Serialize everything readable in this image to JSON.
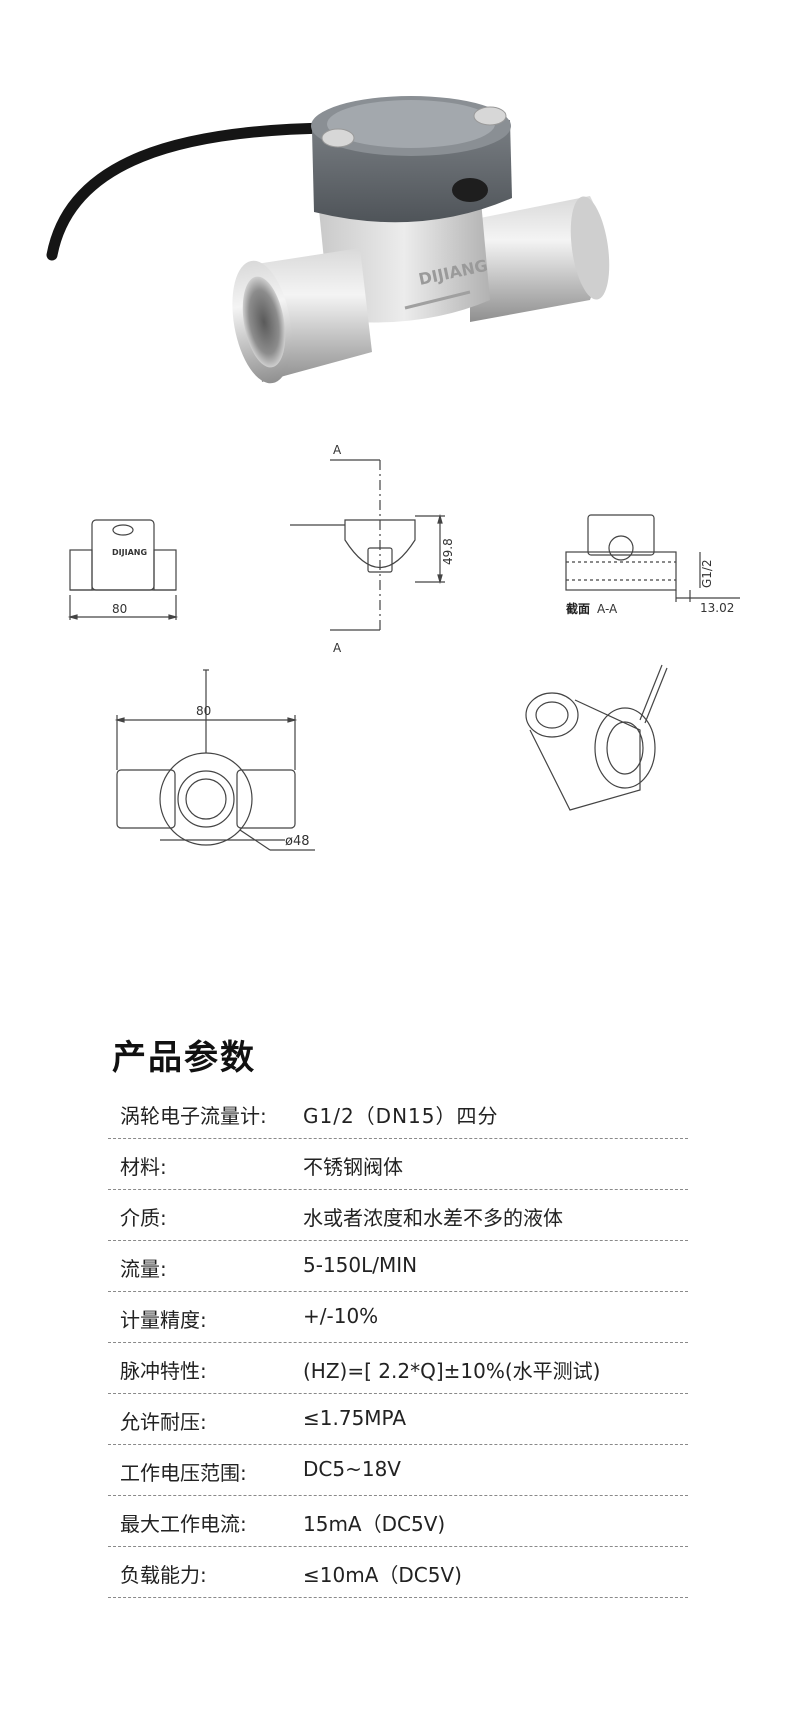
{
  "photo": {
    "brand_logo": "DIJIANG"
  },
  "drawings": {
    "front_view": {
      "logo": "DIJIANG",
      "dim_length": "80"
    },
    "side_view": {
      "section_top": "A",
      "section_bottom": "A",
      "dim_height": "49.8"
    },
    "section_view": {
      "section_label": "截面",
      "section_id": "A-A",
      "dim_thread": "G1/2",
      "dim_offset": "13.02"
    },
    "top_view": {
      "dim_length": "80",
      "dim_diameter": "ø48"
    }
  },
  "section_title": "产品参数",
  "specs": [
    {
      "label": "涡轮电子流量计:",
      "value": "G1/2（DN15）四分"
    },
    {
      "label": "材料:",
      "value": "不锈钢阀体"
    },
    {
      "label": "介质:",
      "value": "水或者浓度和水差不多的液体"
    },
    {
      "label": "流量:",
      "value": "5-150L/MIN"
    },
    {
      "label": "计量精度:",
      "value": "+/-10%"
    },
    {
      "label": "脉冲特性:",
      "value": "(HZ)=[ 2.2*Q]±10%(水平测试)"
    },
    {
      "label": "允许耐压:",
      "value": "≤1.75MPA"
    },
    {
      "label": "工作电压范围:",
      "value": "DC5~18V"
    },
    {
      "label": "最大工作电流:",
      "value": "15mA（DC5V)"
    },
    {
      "label": "负载能力:",
      "value": "≤10mA（DC5V)"
    }
  ]
}
